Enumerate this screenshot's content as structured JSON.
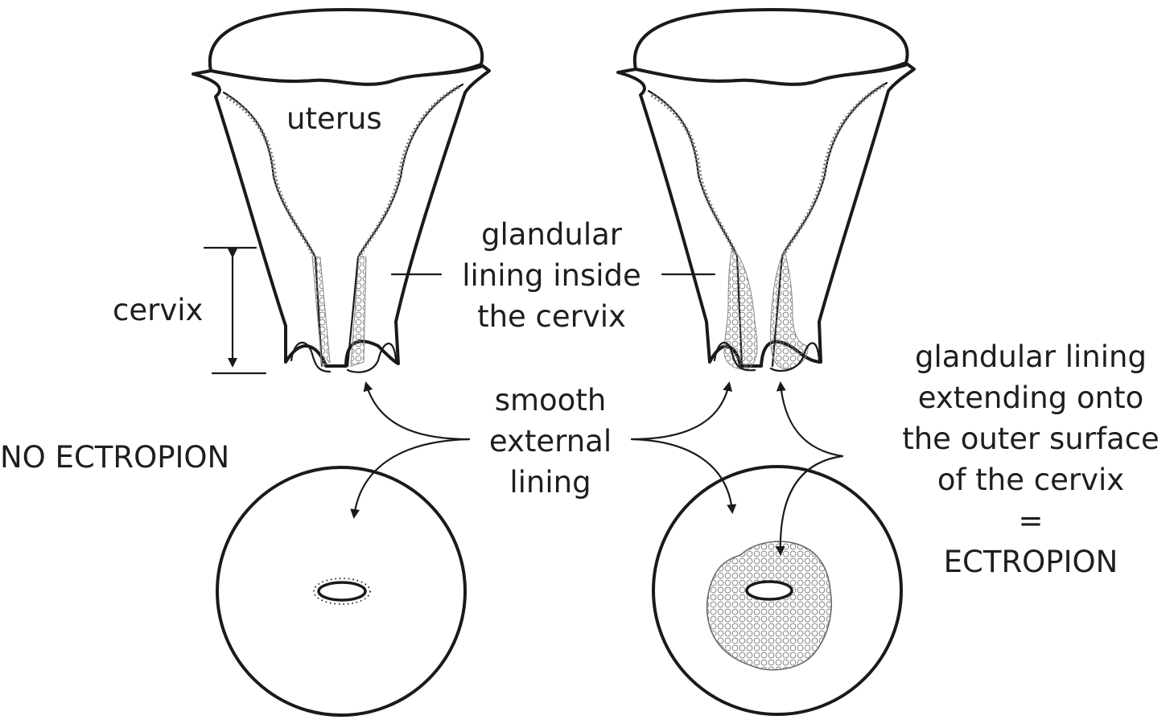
{
  "labels": {
    "uterus": "uterus",
    "cervix": "cervix",
    "glandular_inside": [
      "glandular",
      "lining inside",
      "the cervix"
    ],
    "smooth_external": [
      "smooth",
      "external",
      "lining"
    ],
    "no_ectropion": "NO ECTROPION",
    "ectropion_desc": [
      "glandular lining",
      "extending onto",
      "the outer surface",
      "of the cervix",
      "=",
      "ECTROPION"
    ]
  },
  "colors": {
    "ink": "#1a1a1a",
    "glandular_fill": "#f3f3f3",
    "background": "#ffffff"
  }
}
